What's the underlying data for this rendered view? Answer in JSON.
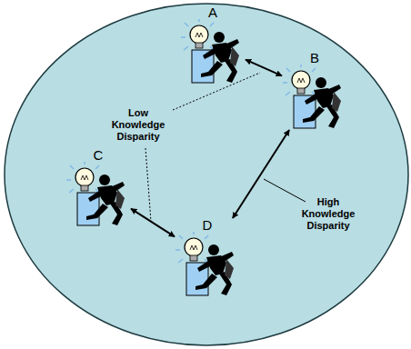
{
  "diagram": {
    "nodes": [
      {
        "text": [
          "A"
        ]
      },
      {
        "text": [
          "B"
        ]
      },
      {
        "text": [
          "C"
        ]
      },
      {
        "text": [
          "D"
        ]
      }
    ],
    "edges": [
      {
        "from": 0,
        "to": 1,
        "arrow": "both"
      },
      {
        "from": 1,
        "to": 3,
        "arrow": "both"
      },
      {
        "from": 2,
        "to": 3,
        "arrow": "both"
      }
    ],
    "labels": [
      "Low Knowledge Disparity",
      "High Knowledge Disparity"
    ]
  }
}
